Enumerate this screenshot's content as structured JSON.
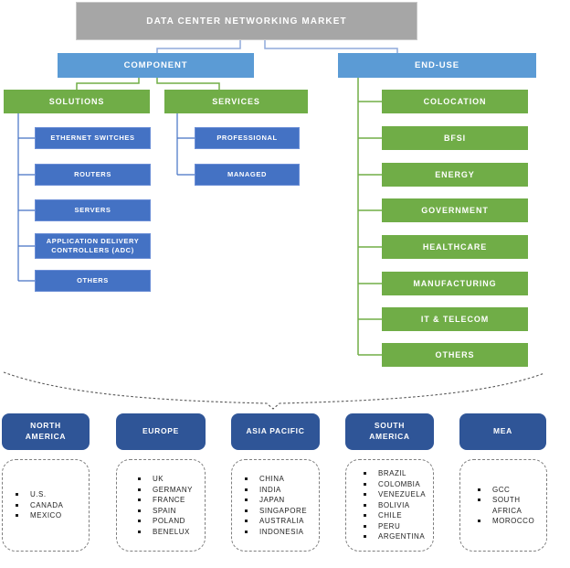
{
  "title": "DATA CENTER NETWORKING MARKET",
  "colors": {
    "title_bg": "#a6a6a6",
    "level2_bg": "#5b9bd5",
    "green_bg": "#70ad47",
    "blue_bg": "#4472c4",
    "region_bg": "#2f5597",
    "text": "#ffffff"
  },
  "component": {
    "label": "COMPONENT",
    "solutions": {
      "label": "SOLUTIONS",
      "items": [
        {
          "label": "ETHERNET SWITCHES"
        },
        {
          "label": "ROUTERS"
        },
        {
          "label": "SERVERS"
        },
        {
          "label": "APPLICATION DELIVERY CONTROLLERS (ADC)"
        },
        {
          "label": "OTHERS"
        }
      ]
    },
    "services": {
      "label": "SERVICES",
      "items": [
        {
          "label": "PROFESSIONAL"
        },
        {
          "label": "MANAGED"
        }
      ]
    }
  },
  "end_use": {
    "label": "END-USE",
    "items": [
      {
        "label": "COLOCATION"
      },
      {
        "label": "BFSI"
      },
      {
        "label": "ENERGY"
      },
      {
        "label": "GOVERNMENT"
      },
      {
        "label": "HEALTHCARE"
      },
      {
        "label": "MANUFACTURING"
      },
      {
        "label": "IT & TELECOM"
      },
      {
        "label": "OTHERS"
      }
    ]
  },
  "regions": [
    {
      "label": "NORTH AMERICA",
      "countries": [
        "U.S.",
        "CANADA",
        "MEXICO"
      ]
    },
    {
      "label": "EUROPE",
      "countries": [
        "UK",
        "GERMANY",
        "FRANCE",
        "SPAIN",
        "POLAND",
        "BENELUX"
      ]
    },
    {
      "label": "ASIA PACIFIC",
      "countries": [
        "CHINA",
        "INDIA",
        "JAPAN",
        "SINGAPORE",
        "AUSTRALIA",
        "INDONESIA"
      ]
    },
    {
      "label": "SOUTH AMERICA",
      "countries": [
        "BRAZIL",
        "COLOMBIA",
        "VENEZUELA",
        "BOLIVIA",
        "CHILE",
        "PERU",
        "ARGENTINA"
      ]
    },
    {
      "label": "MEA",
      "countries": [
        "GCC",
        "SOUTH AFRICA",
        "MOROCCO"
      ]
    }
  ]
}
